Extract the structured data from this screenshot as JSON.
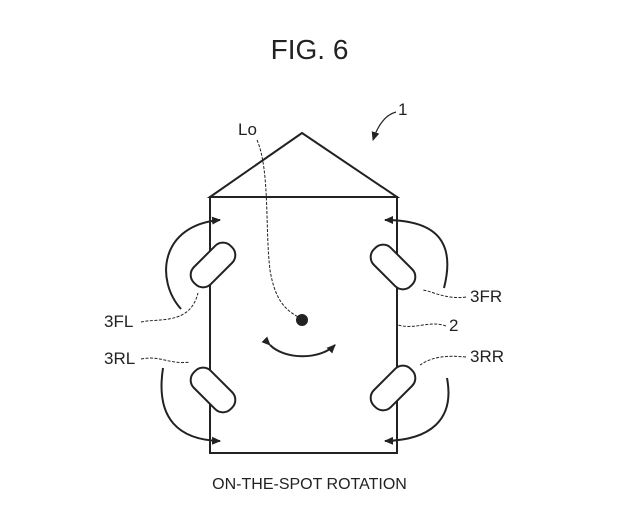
{
  "figure": {
    "title": "FIG. 6",
    "caption": "ON-THE-SPOT ROTATION",
    "labels": {
      "vehicle": "1",
      "center_line": "Lo",
      "body": "2",
      "front_left_wheel": "3FL",
      "front_right_wheel": "3FR",
      "rear_left_wheel": "3RL",
      "rear_right_wheel": "3RR"
    }
  }
}
